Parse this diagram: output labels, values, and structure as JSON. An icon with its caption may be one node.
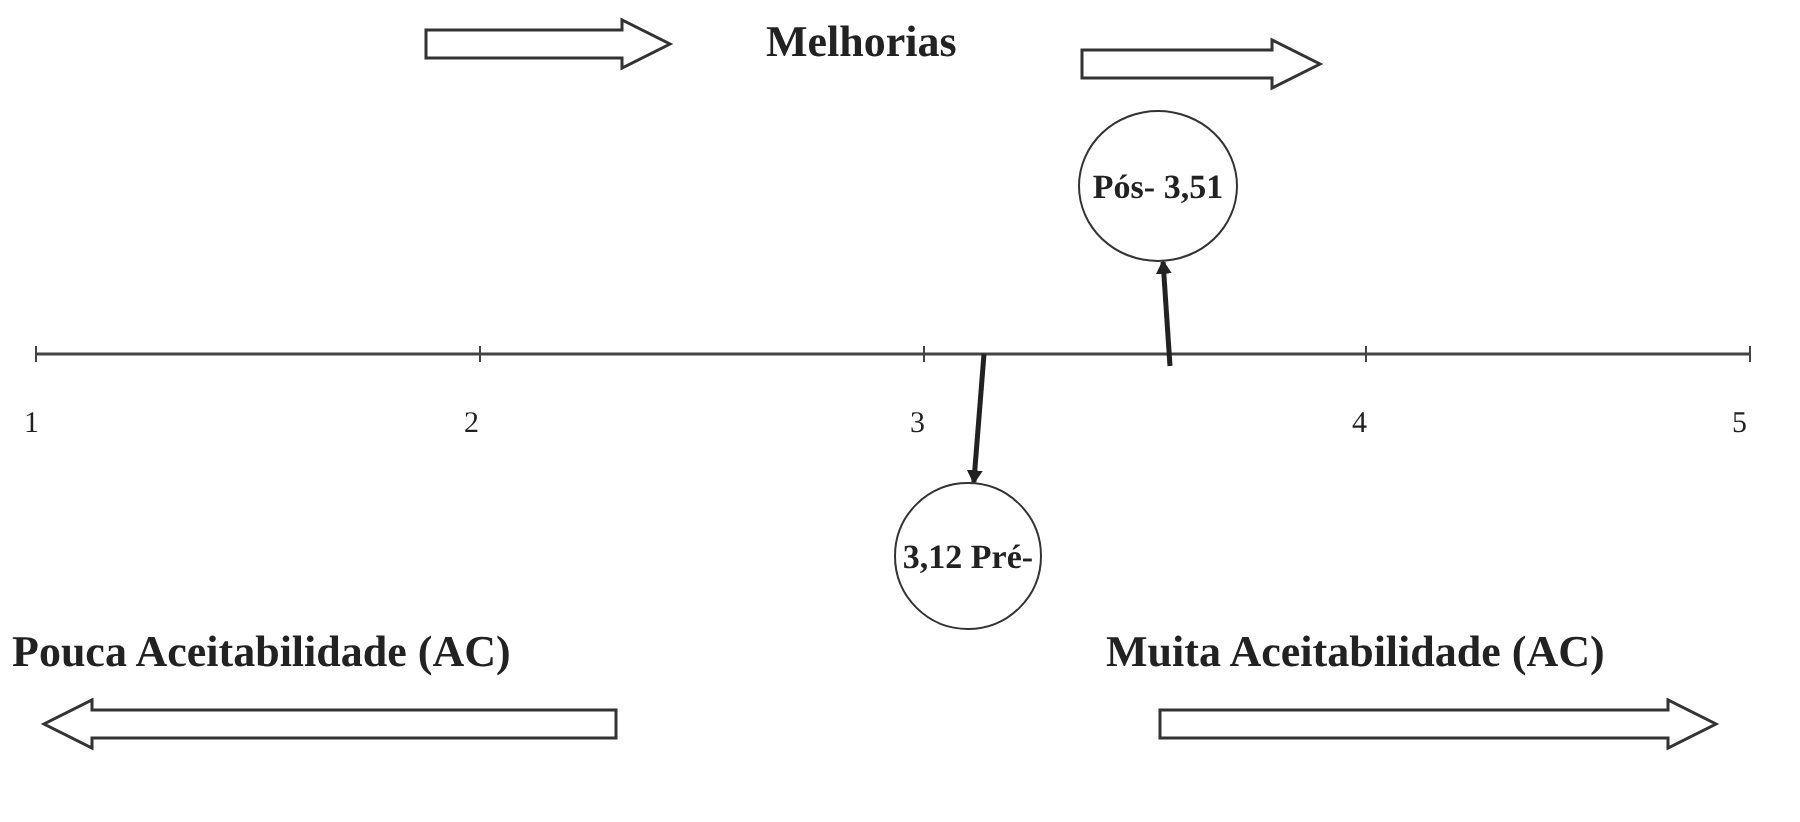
{
  "diagram": {
    "nodes": [
      {
        "text": [
          "Pós- 3,51"
        ]
      },
      {
        "text": [
          "3,12 Pré-"
        ]
      }
    ],
    "edges": [
      {
        "from": null,
        "to": 0,
        "arrow": "to"
      },
      {
        "from": null,
        "to": 1,
        "arrow": "to"
      }
    ],
    "labels": [
      "Melhorias",
      "1",
      "2",
      "3",
      "4",
      "5",
      "Pouca Aceitabilidade (AC)",
      "Muita Aceitabilidade (AC)"
    ]
  }
}
